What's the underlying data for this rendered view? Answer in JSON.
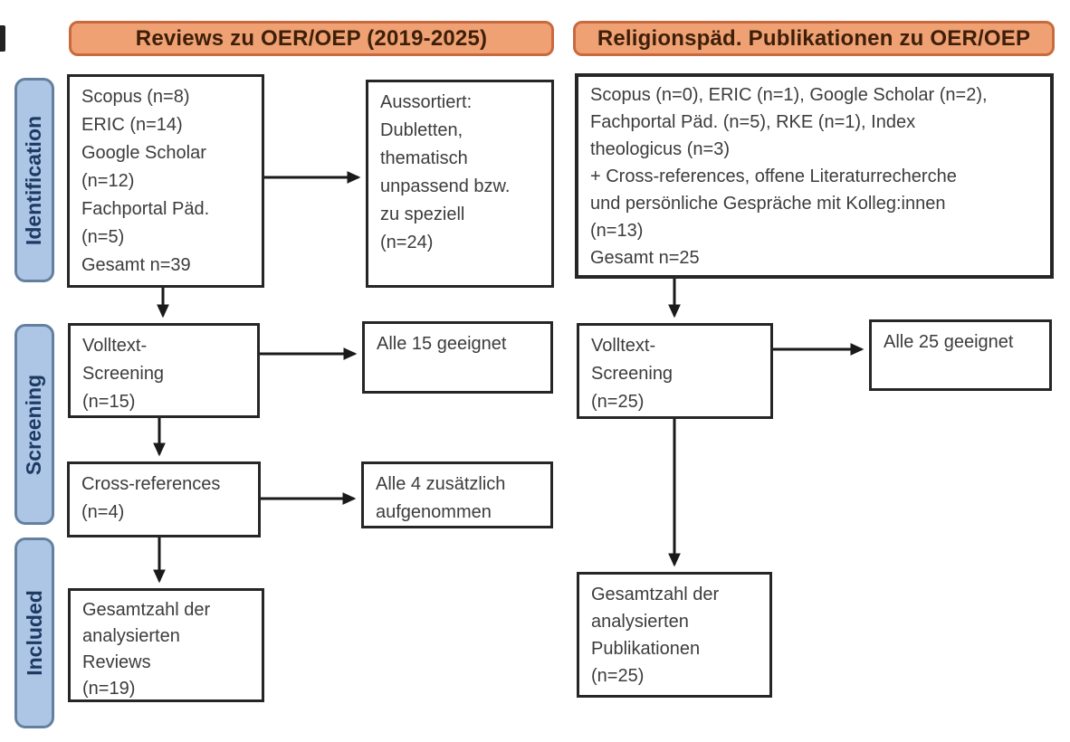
{
  "headers": {
    "left": "Reviews zu OER/OEP (2019-2025)",
    "right": "Religionspäd. Publikationen zu OER/OEP"
  },
  "stages": {
    "identification": "Identification",
    "screening": "Screening",
    "included": "Included"
  },
  "left_column": {
    "sources": "Scopus (n=8)\nERIC (n=14)\nGoogle Scholar\n(n=12)\nFachportal Päd.\n(n=5)\nGesamt n=39",
    "excluded": "Aussortiert:\nDubletten,\nthematisch\nunpassend bzw.\nzu speziell\n(n=24)",
    "fulltext_screening": "Volltext-\nScreening\n(n=15)",
    "fulltext_result": "Alle 15 geeignet",
    "cross_references": "Cross-references\n(n=4)",
    "cross_references_result": "Alle 4 zusätzlich\naufgenommen",
    "included_total": "Gesamtzahl der\nanalysierten\nReviews\n(n=19)"
  },
  "right_column": {
    "sources": "Scopus (n=0), ERIC (n=1), Google Scholar (n=2),\nFachportal Päd. (n=5), RKE (n=1), Index\ntheologicus (n=3)\n+ Cross-references, offene Literaturrecherche\nund persönliche Gespräche mit Kolleg:innen\n(n=13)\nGesamt n=25",
    "fulltext_screening": "Volltext-\nScreening\n(n=25)",
    "fulltext_result": "Alle 25 geeignet",
    "included_total": "Gesamtzahl der\nanalysierten\nPublikationen\n(n=25)"
  },
  "colors": {
    "header_fill": "#f0a173",
    "header_border": "#c96a3e",
    "header_text": "#3d1f09",
    "stage_fill": "#aec6e6",
    "stage_border": "#64809f",
    "stage_text": "#1d3a63",
    "box_border": "#262626",
    "box_text": "#3c3c3c",
    "arrow": "#1a1a1a",
    "background": "#ffffff"
  }
}
